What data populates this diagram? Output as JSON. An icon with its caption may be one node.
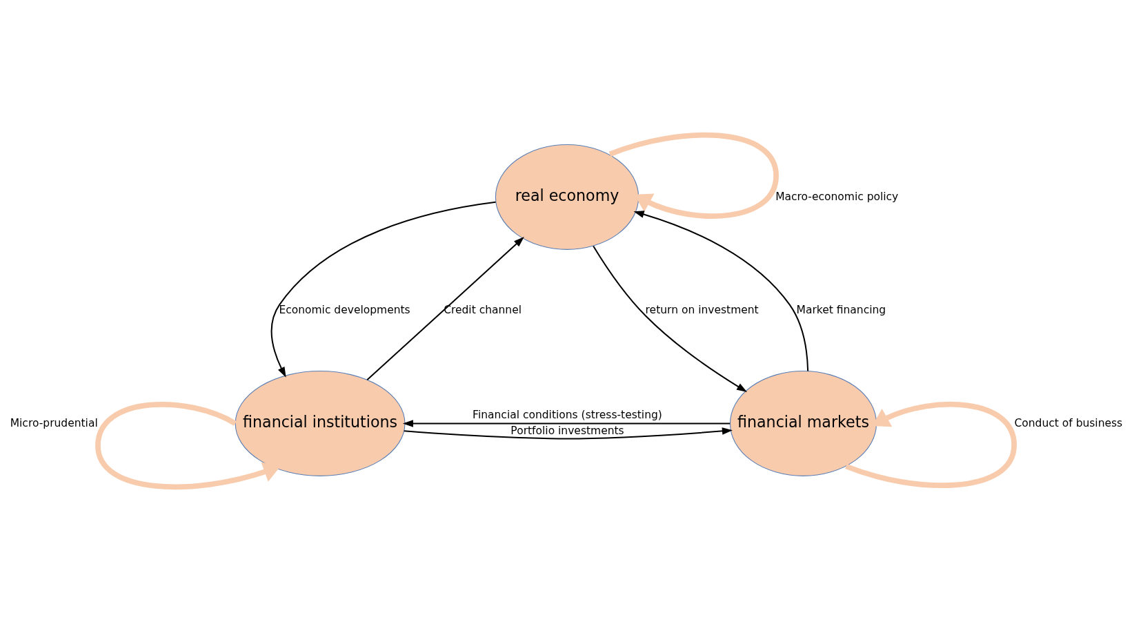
{
  "diagram": {
    "nodes": [
      {
        "text": [
          "real economy"
        ]
      },
      {
        "text": [
          "financial institutions"
        ]
      },
      {
        "text": [
          "financial markets"
        ]
      }
    ],
    "edges": [
      {
        "from": 1,
        "to": 0,
        "arrow": "to",
        "label": "Credit channel"
      },
      {
        "from": 0,
        "to": 1,
        "arrow": "to",
        "label": "Economic developments"
      },
      {
        "from": 0,
        "to": 2,
        "arrow": "to",
        "label": "return on investment"
      },
      {
        "from": 2,
        "to": 0,
        "arrow": "to",
        "label": "Market financing"
      },
      {
        "from": 1,
        "to": 2,
        "arrow": "to",
        "label": "Portfolio investments"
      },
      {
        "from": 2,
        "to": 1,
        "arrow": "to",
        "label": "Financial conditions (stress-testing)"
      },
      {
        "from": 0,
        "to": 0,
        "arrow": "to",
        "label": "Macro-economic policy",
        "style": "thick",
        "color": "#f8cbad"
      },
      {
        "from": 1,
        "to": 1,
        "arrow": "to",
        "label": "Micro-prudential",
        "style": "thick",
        "color": "#f8cbad"
      },
      {
        "from": 2,
        "to": 2,
        "arrow": "to",
        "label": "Conduct of business",
        "style": "thick",
        "color": "#f8cbad"
      }
    ]
  }
}
